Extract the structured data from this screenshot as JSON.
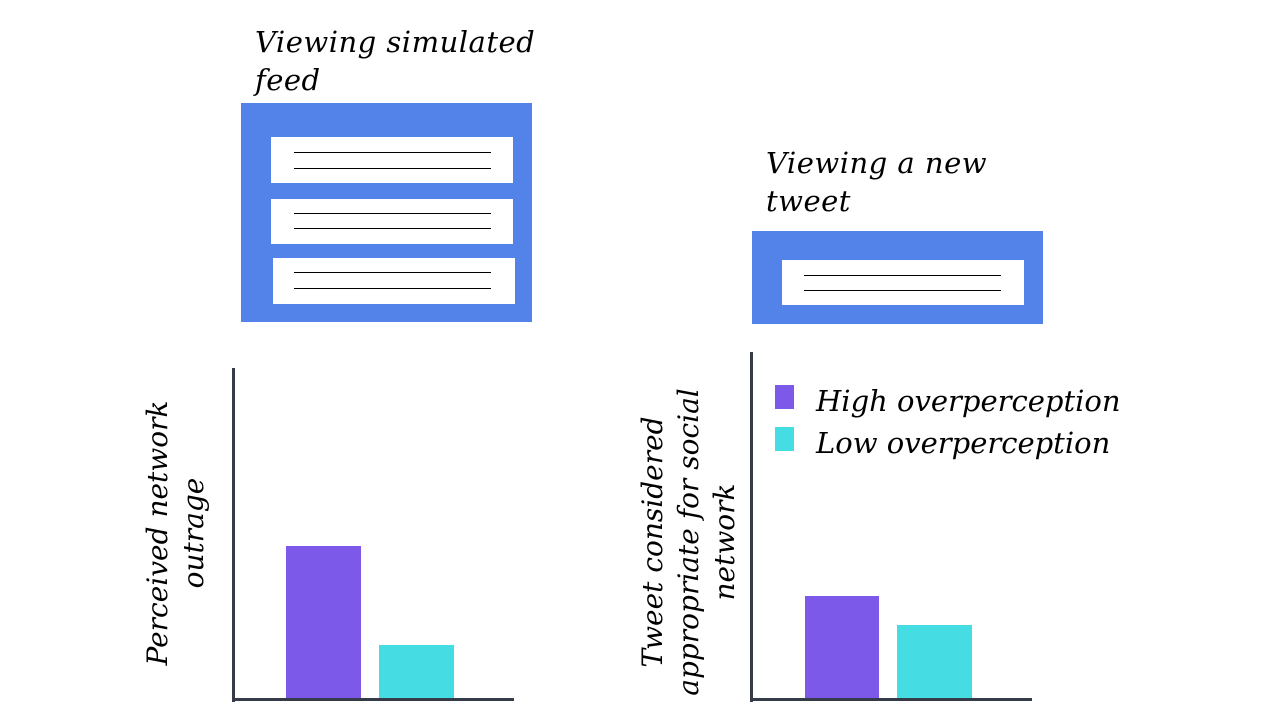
{
  "colors": {
    "feed_blue": "#5382e8",
    "axis": "#363b4a",
    "high": "#7c59e8",
    "low": "#45dce3"
  },
  "left": {
    "caption_line1": "Viewing simulated",
    "caption_line2": "feed",
    "ylabel": "Perceived network outrage"
  },
  "right": {
    "caption_line1": "Viewing a new",
    "caption_line2": "tweet",
    "ylabel": "Tweet considered appropriate for social network"
  },
  "legend": {
    "high_label": "High overperception",
    "low_label": "Low overperception"
  },
  "chart_data": [
    {
      "type": "bar",
      "ylabel": "Perceived network outrage",
      "ylim": [
        0,
        1
      ],
      "categories": [
        "High overperception",
        "Low overperception"
      ],
      "values": [
        0.46,
        0.16
      ]
    },
    {
      "type": "bar",
      "ylabel": "Tweet considered appropriate for social network",
      "ylim": [
        0,
        1
      ],
      "categories": [
        "High overperception",
        "Low overperception"
      ],
      "values": [
        0.31,
        0.22
      ]
    }
  ]
}
